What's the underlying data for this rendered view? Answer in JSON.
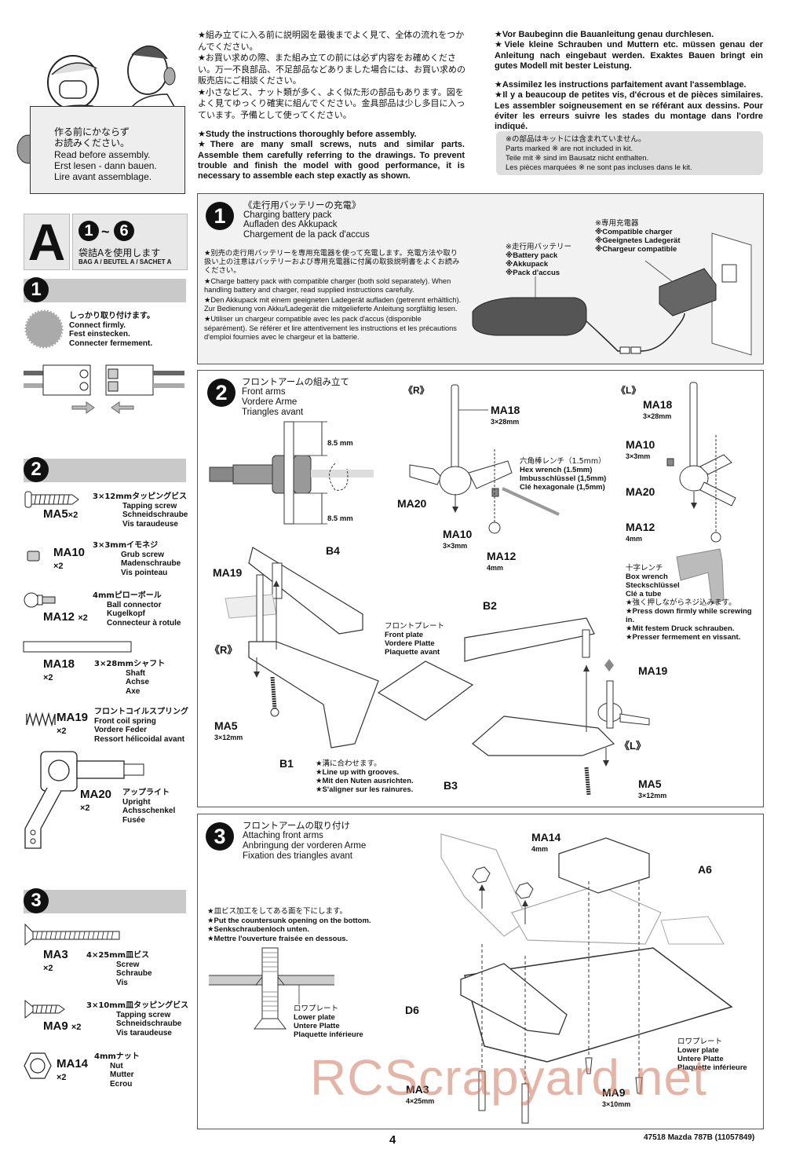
{
  "intro": {
    "sign_jp": [
      "作る前にかならず",
      "お読みください。"
    ],
    "sign_lines": [
      "Read before assembly.",
      "Erst lesen - dann bauen.",
      "Lire avant assemblage."
    ],
    "jp_notes": [
      "★組み立てに入る前に説明図を最後までよく見て、全体の流れをつかんでください。",
      "★お買い求めの際、また組み立ての前には必ず内容をお確めください。万一不良部品、不足部品などありました場合には、お買い求めの販売店にご相談ください。",
      "★小さなビス、ナット類が多く、よく似た形の部品もあります。図をよく見てゆっくり確実に組んでください。金具部品は少し多目に入っています。予備として使ってください。"
    ],
    "en_notes": [
      "★Study the instructions thoroughly before assembly.",
      "★There are many small screws, nuts and similar parts. Assemble them carefully referring to the drawings. To prevent trouble and finish the model with good performance, it is necessary to assemble each step exactly as shown."
    ],
    "de_notes": [
      "★Vor Baubeginn die Bauanleitung genau durchlesen.",
      "★Viele kleine Schrauben und Muttern etc. müssen genau der Anleitung nach eingebaut werden. Exaktes Bauen bringt ein gutes Modell mit bester Leistung."
    ],
    "fr_notes": [
      "★Assimilez les instructions parfaitement avant l'assemblage.",
      "★Il y a beaucoup de petites vis, d'écrous et de pièces similaires. Les assembler soigneusement en se référant aux dessins. Pour éviter les erreurs suivre les stades du montage dans l'ordre indiqué."
    ],
    "not_included": [
      "※の部品はキットには含まれていません。",
      "Parts marked ※ are not included in kit.",
      "Teile mit ※ sind im Bausatz nicht enthalten.",
      "Les pièces marquées ※ ne sont pas incluses dans le kit."
    ]
  },
  "bag": {
    "letter": "A",
    "range": "1~6",
    "range_start": "1",
    "range_sep": "~",
    "range_end": "6",
    "jp": "袋詰Aを使用します",
    "label": "BAG A / BEUTEL A / SACHET A"
  },
  "sidebar": {
    "step1": {
      "number": "1",
      "note": [
        "しっかり取り付けます。",
        "Connect firmly.",
        "Fest einstecken.",
        "Connecter fermement."
      ]
    },
    "step2": {
      "number": "2",
      "parts": [
        {
          "code": "MA5",
          "qty": "×2",
          "desc": [
            "3×12mmタッピングビス",
            "Tapping screw",
            "Schneidschraube",
            "Vis taraudeuse"
          ],
          "icon": "tapping-screw"
        },
        {
          "code": "MA10",
          "qty": "×2",
          "desc": [
            "3×3mmイモネジ",
            "Grub screw",
            "Madenschraube",
            "Vis pointeau"
          ],
          "icon": "grub-screw"
        },
        {
          "code": "MA12",
          "qty": "×2",
          "desc": [
            "4mmピローボール",
            "Ball connector",
            "Kugelkopf",
            "Connecteur à rotule"
          ],
          "icon": "ball-connector"
        },
        {
          "code": "MA18",
          "qty": "×2",
          "desc": [
            "3×28mmシャフト",
            "Shaft",
            "Achse",
            "Axe"
          ],
          "icon": "shaft"
        },
        {
          "code": "MA19",
          "qty": "×2",
          "desc": [
            "フロントコイルスプリング",
            "Front coil spring",
            "Vordere Feder",
            "Ressort hélicoidal avant"
          ],
          "icon": "coil-spring"
        },
        {
          "code": "MA20",
          "qty": "×2",
          "desc": [
            "アップライト",
            "Upright",
            "Achsschenkel",
            "Fusée"
          ],
          "icon": "upright"
        }
      ]
    },
    "step3": {
      "number": "3",
      "parts": [
        {
          "code": "MA3",
          "qty": "×2",
          "desc": [
            "4×25mm皿ビス",
            "Screw",
            "Schraube",
            "Vis"
          ],
          "icon": "countersunk-screw"
        },
        {
          "code": "MA9",
          "qty": "×2",
          "desc": [
            "3×10mm皿タッピングビス",
            "Tapping screw",
            "Schneidschraube",
            "Vis taraudeuse"
          ],
          "icon": "countersunk-tapping-screw"
        },
        {
          "code": "MA14",
          "qty": "×2",
          "desc": [
            "4mmナット",
            "Nut",
            "Mutter",
            "Ecrou"
          ],
          "icon": "hex-nut"
        }
      ]
    }
  },
  "step1": {
    "number": "1",
    "title": [
      "《走行用バッテリーの充電》",
      "Charging battery pack",
      "Aufladen des Akkupack",
      "Chargement de la pack d'accus"
    ],
    "notes": [
      "★別売の走行用バッテリーを専用充電器を使って充電します。充電方法や取り扱い上の注意はバッテリーおよび専用充電器に付属の取扱説明書をよくお読みください。",
      "★Charge battery pack with compatible charger (both sold separately). When handling battery and charger, read supplied instructions carefully.",
      "★Den Akkupack mit einem geeigneten Ladegerät aufladen (getrennt erhältlich). Zur Bedienung von Akku/Ladegerät die mitgelieferte Anleitung sorgfältig lesen.",
      "★Utiliser un chargeur compatible avec les pack d'accus (disponible séparément). Se référer et lire attentivement les instructions et les précautions d'emploi fournies avec le chargeur et la batterie."
    ],
    "battery_label": [
      "※走行用バッテリー",
      "※Battery pack",
      "※Akkupack",
      "※Pack d'accus"
    ],
    "charger_label": [
      "※専用充電器",
      "※Compatible charger",
      "※Geeignetes Ladegerät",
      "※Chargeur compatible"
    ]
  },
  "step2": {
    "number": "2",
    "title": [
      "フロントアームの組み立て",
      "Front arms",
      "Vordere Arme",
      "Triangles avant"
    ],
    "dim_top": "8.5 mm",
    "dim_bottom": "8.5 mm",
    "side_r": "《R》",
    "side_l": "《L》",
    "hex_wrench": [
      "六角棒レンチ（1.5mm）",
      "Hex wrench (1.5mm)",
      "Imbusschlüssel (1,5mm)",
      "Clé hexagonale (1,5mm)"
    ],
    "box_wrench": [
      "十字レンチ",
      "Box wrench",
      "Steckschlüssel",
      "Clé a tube"
    ],
    "press_note": [
      "★強く押しながらネジ込みます。",
      "★Press down firmly while screwing in.",
      "★Mit festem Druck schrauben.",
      "★Presser fermement en vissant."
    ],
    "front_plate": [
      "フロントプレート",
      "Front plate",
      "Vordere Platte",
      "Plaquette avant"
    ],
    "groove_note": [
      "★溝に合わせます。",
      "★Line up with grooves.",
      "★Mit den Nuten ausrichten.",
      "★S'aligner sur les rainures."
    ],
    "labels": {
      "ma18_r": "MA18",
      "ma18_r_size": "3×28mm",
      "ma20_r": "MA20",
      "ma10_r": "MA10",
      "ma10_r_size": "3×3mm",
      "ma12_r": "MA12",
      "ma12_r_size": "4mm",
      "ma18_l": "MA18",
      "ma18_l_size": "3×28mm",
      "ma10_l": "MA10",
      "ma10_l_size": "3×3mm",
      "ma20_l": "MA20",
      "ma12_l": "MA12",
      "ma12_l_size": "4mm",
      "b4": "B4",
      "b2": "B2",
      "b1": "B1",
      "b3": "B3",
      "ma19_r": "MA19",
      "ma19_l": "MA19",
      "ma5_r": "MA5",
      "ma5_r_size": "3×12mm",
      "ma5_l": "MA5",
      "ma5_l_size": "3×12mm"
    }
  },
  "step3": {
    "number": "3",
    "title": [
      "フロントアームの取り付け",
      "Attaching front arms",
      "Anbringung der vorderen Arme",
      "Fixation des triangles avant"
    ],
    "countersunk_note": [
      "★皿ビス加工をしてある面を下にします。",
      "★Put the countersunk opening on the bottom.",
      "★Senkschraubenloch unten.",
      "★Mettre l'ouverture fraisée en dessous."
    ],
    "lower_plate": [
      "ロワプレート",
      "Lower plate",
      "Untere Platte",
      "Plaquette inférieure"
    ],
    "labels": {
      "ma14": "MA14",
      "ma14_size": "4mm",
      "a6": "A6",
      "d6": "D6",
      "ma3": "MA3",
      "ma3_size": "4×25mm",
      "ma9": "MA9",
      "ma9_size": "3×10mm"
    }
  },
  "footer": {
    "page_number": "4",
    "kit_info": "47518 Mazda 787B (11057849)"
  },
  "watermark": "RCScrapyard.net"
}
